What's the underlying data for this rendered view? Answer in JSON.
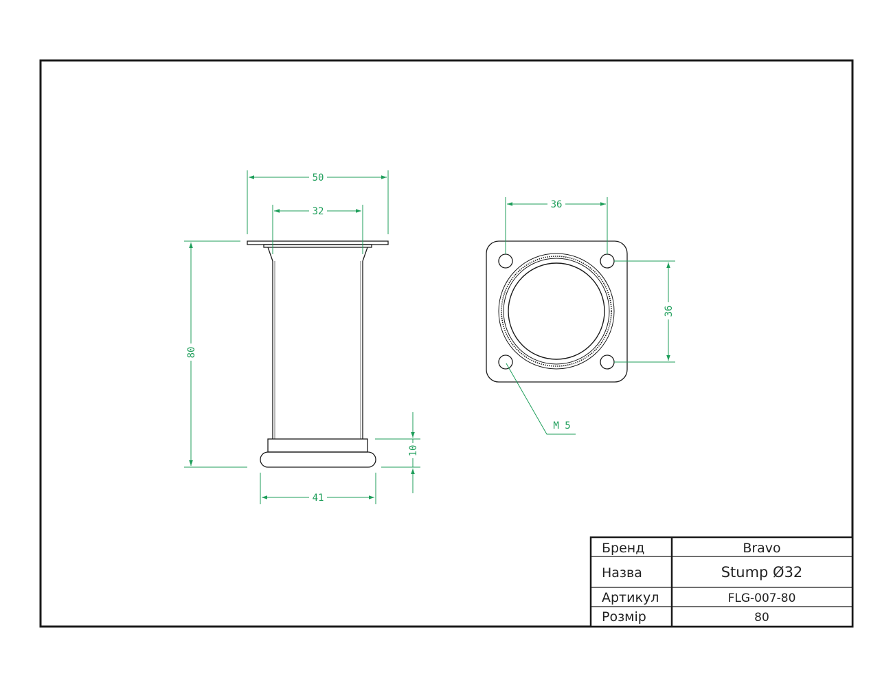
{
  "colors": {
    "outline": "#1a1a1a",
    "dimension": "#1e9e5a",
    "background": "#ffffff"
  },
  "side_view": {
    "dim_top_flange": "50",
    "dim_tube": "32",
    "dim_height": "80",
    "dim_foot": "41",
    "dim_foot_height": "10"
  },
  "top_view": {
    "dim_hole_spacing_x": "36",
    "dim_hole_spacing_y": "36",
    "thread_label": "M 5"
  },
  "title_block": {
    "rows": [
      {
        "label": "Бренд",
        "value": "Bravo"
      },
      {
        "label": "Назва",
        "value": "Stump Ø32"
      },
      {
        "label": "Артикул",
        "value": "FLG-007-80"
      },
      {
        "label": "Розмір",
        "value": "80"
      }
    ]
  }
}
